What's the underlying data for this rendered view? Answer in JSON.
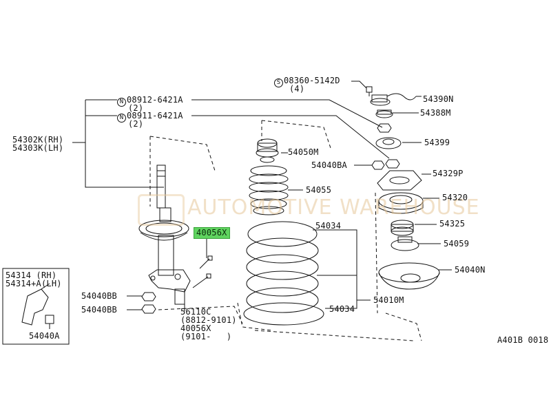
{
  "watermark": {
    "text": "AUTOMOTIVE WAREHOUSE"
  },
  "labels": {
    "screw_top": "08360-5142D",
    "screw_top_prefix": "S",
    "screw_top_qty": "(4)",
    "nut_1": "08912-6421A",
    "nut_1_prefix": "N",
    "nut_1_qty": "(2)",
    "nut_2": "08911-6421A",
    "nut_2_prefix": "N",
    "nut_2_qty": "(2)",
    "strut_rh": "54302K(RH)",
    "strut_lh": "54303K(LH)",
    "p54390N": "54390N",
    "p54388M": "54388M",
    "p54399": "54399",
    "p54050M": "54050M",
    "p54040BA": "54040BA",
    "p54329P": "54329P",
    "p54055": "54055",
    "p54320": "54320",
    "p40056X_highlight": "40056X",
    "p54034_top": "54034",
    "p54325": "54325",
    "p54059": "54059",
    "p54040N": "54040N",
    "p54314_rh": "54314 (RH)",
    "p54314_lh": "54314+A(LH)",
    "p54040BB_1": "54040BB",
    "p54040BB_2": "54040BB",
    "p54010M": "54010M",
    "p54034_bottom": "54034",
    "p56110C": "56110C",
    "p56110C_range": "(8812-9101)",
    "p40056X": "40056X",
    "p40056X_range": "(9101-   )",
    "p54040A": "54040A",
    "figure_code": "A401B 0018"
  }
}
